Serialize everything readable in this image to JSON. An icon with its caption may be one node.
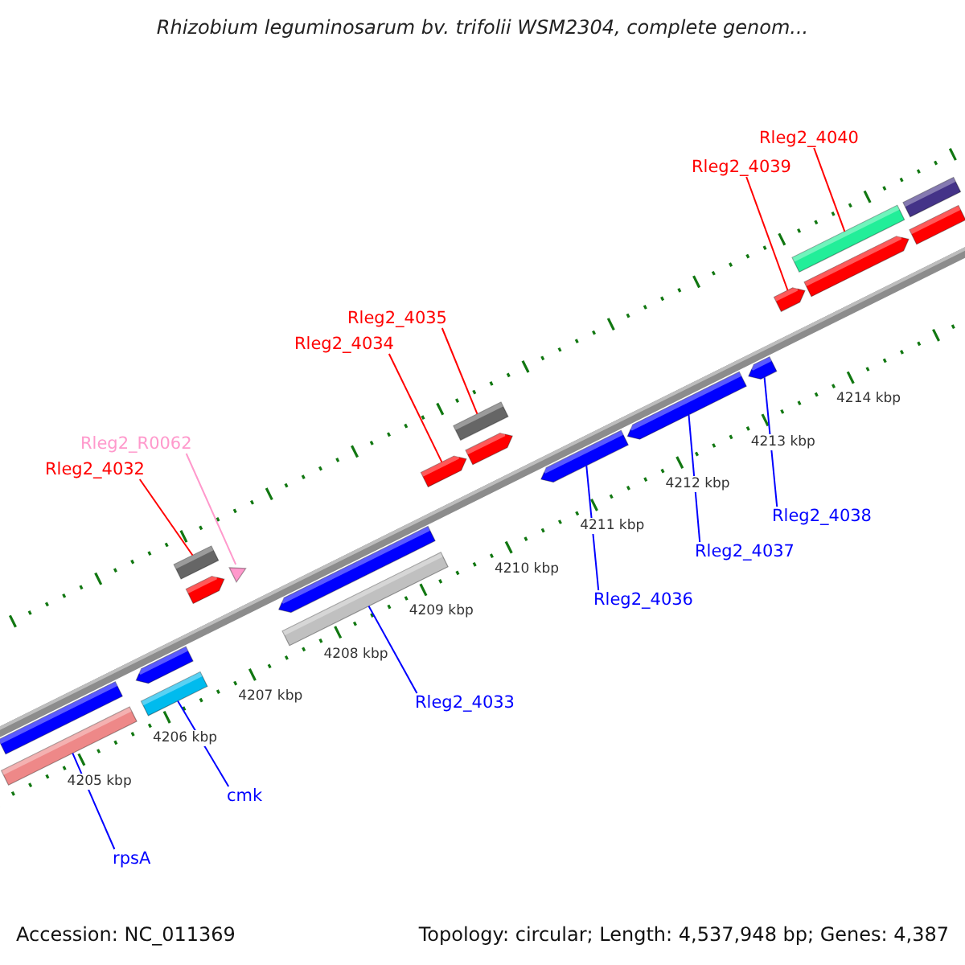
{
  "diagram": {
    "title": "Rhizobium leguminosarum bv. trifolii WSM2304, complete genom...",
    "nodes": [
      {
        "text": [
          "Rleg2_4040"
        ]
      },
      {
        "text": [
          "Rleg2_4039"
        ]
      },
      {
        "text": [
          "Rleg2_4035"
        ]
      },
      {
        "text": [
          "Rleg2_4034"
        ]
      },
      {
        "text": [
          "Rleg2_R0062"
        ]
      },
      {
        "text": [
          "Rleg2_4032"
        ]
      },
      {
        "text": [
          "Rleg2_4038"
        ]
      },
      {
        "text": [
          "Rleg2_4037"
        ]
      },
      {
        "text": [
          "Rleg2_4036"
        ]
      },
      {
        "text": [
          "Rleg2_4033"
        ]
      },
      {
        "text": [
          "cmk"
        ]
      },
      {
        "text": [
          "rpsA"
        ]
      },
      {
        "text": [],
        "shape": "bar"
      },
      {
        "text": [],
        "shape": "bar"
      },
      {
        "text": [],
        "shape": "bar"
      },
      {
        "text": [],
        "shape": "bar"
      },
      {
        "text": [],
        "shape": "triangle"
      },
      {
        "text": [],
        "shape": "bar"
      },
      {
        "text": [],
        "shape": "bar"
      },
      {
        "text": [],
        "shape": "bar"
      },
      {
        "text": [],
        "shape": "bar"
      },
      {
        "text": [],
        "shape": "bar"
      },
      {
        "text": [],
        "shape": "bar"
      },
      {
        "text": [],
        "shape": "bar"
      },
      {
        "text": [],
        "shape": "bar"
      },
      {
        "text": [],
        "shape": "bar"
      },
      {
        "text": [],
        "shape": "bar"
      },
      {
        "text": [],
        "shape": "bar"
      },
      {
        "text": [],
        "shape": "bar"
      },
      {
        "text": [],
        "shape": "bar"
      },
      {
        "text": [],
        "shape": "bar"
      },
      {
        "text": [],
        "shape": "bar"
      }
    ],
    "edges": [
      {
        "from": 0,
        "to": 12,
        "arrow": "none",
        "color": "#ff0000"
      },
      {
        "from": 1,
        "to": 13,
        "arrow": "none",
        "color": "#ff0000"
      },
      {
        "from": 2,
        "to": 14,
        "arrow": "none",
        "color": "#ff0000"
      },
      {
        "from": 3,
        "to": 15,
        "arrow": "none",
        "color": "#ff0000"
      },
      {
        "from": 4,
        "to": 16,
        "arrow": "none",
        "color": "#ff99cc"
      },
      {
        "from": 5,
        "to": 17,
        "arrow": "none",
        "color": "#ff0000"
      },
      {
        "from": 6,
        "to": 18,
        "arrow": "none",
        "color": "#0000ff"
      },
      {
        "from": 7,
        "to": 19,
        "arrow": "none",
        "color": "#0000ff"
      },
      {
        "from": 8,
        "to": 20,
        "arrow": "none",
        "color": "#0000ff"
      },
      {
        "from": 9,
        "to": 21,
        "arrow": "none",
        "color": "#0000ff"
      },
      {
        "from": 10,
        "to": 22,
        "arrow": "none",
        "color": "#0000ff"
      },
      {
        "from": 11,
        "to": 23,
        "arrow": "none",
        "color": "#0000ff"
      }
    ],
    "labels": [
      "4205 kbp",
      "4206 kbp",
      "4207 kbp",
      "4208 kbp",
      "4209 kbp",
      "4210 kbp",
      "4211 kbp",
      "4212 kbp",
      "4213 kbp",
      "4214 kbp",
      "Accession: NC_011369",
      "Topology: circular; Length: 4,537,948 bp; Genes: 4,387"
    ]
  }
}
